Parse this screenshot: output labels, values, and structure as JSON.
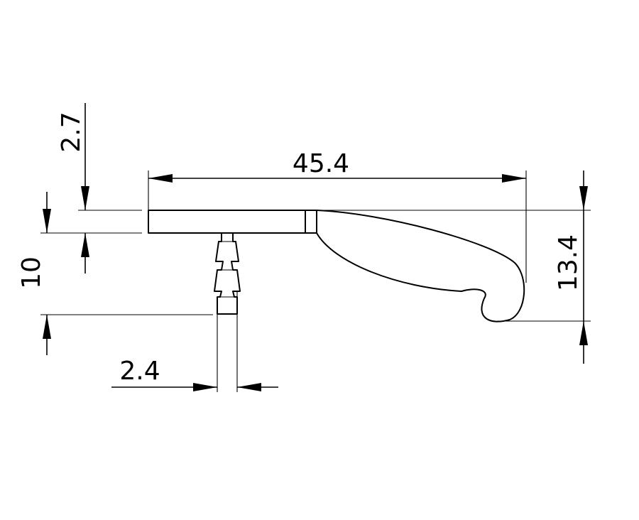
{
  "drawing": {
    "dimensions": {
      "overall_width": "45.4",
      "top_offset": "2.7",
      "stem_height": "10",
      "stem_width": "2.4",
      "overall_height": "13.4"
    }
  },
  "colors": {
    "line": "#000000",
    "background": "#ffffff"
  }
}
